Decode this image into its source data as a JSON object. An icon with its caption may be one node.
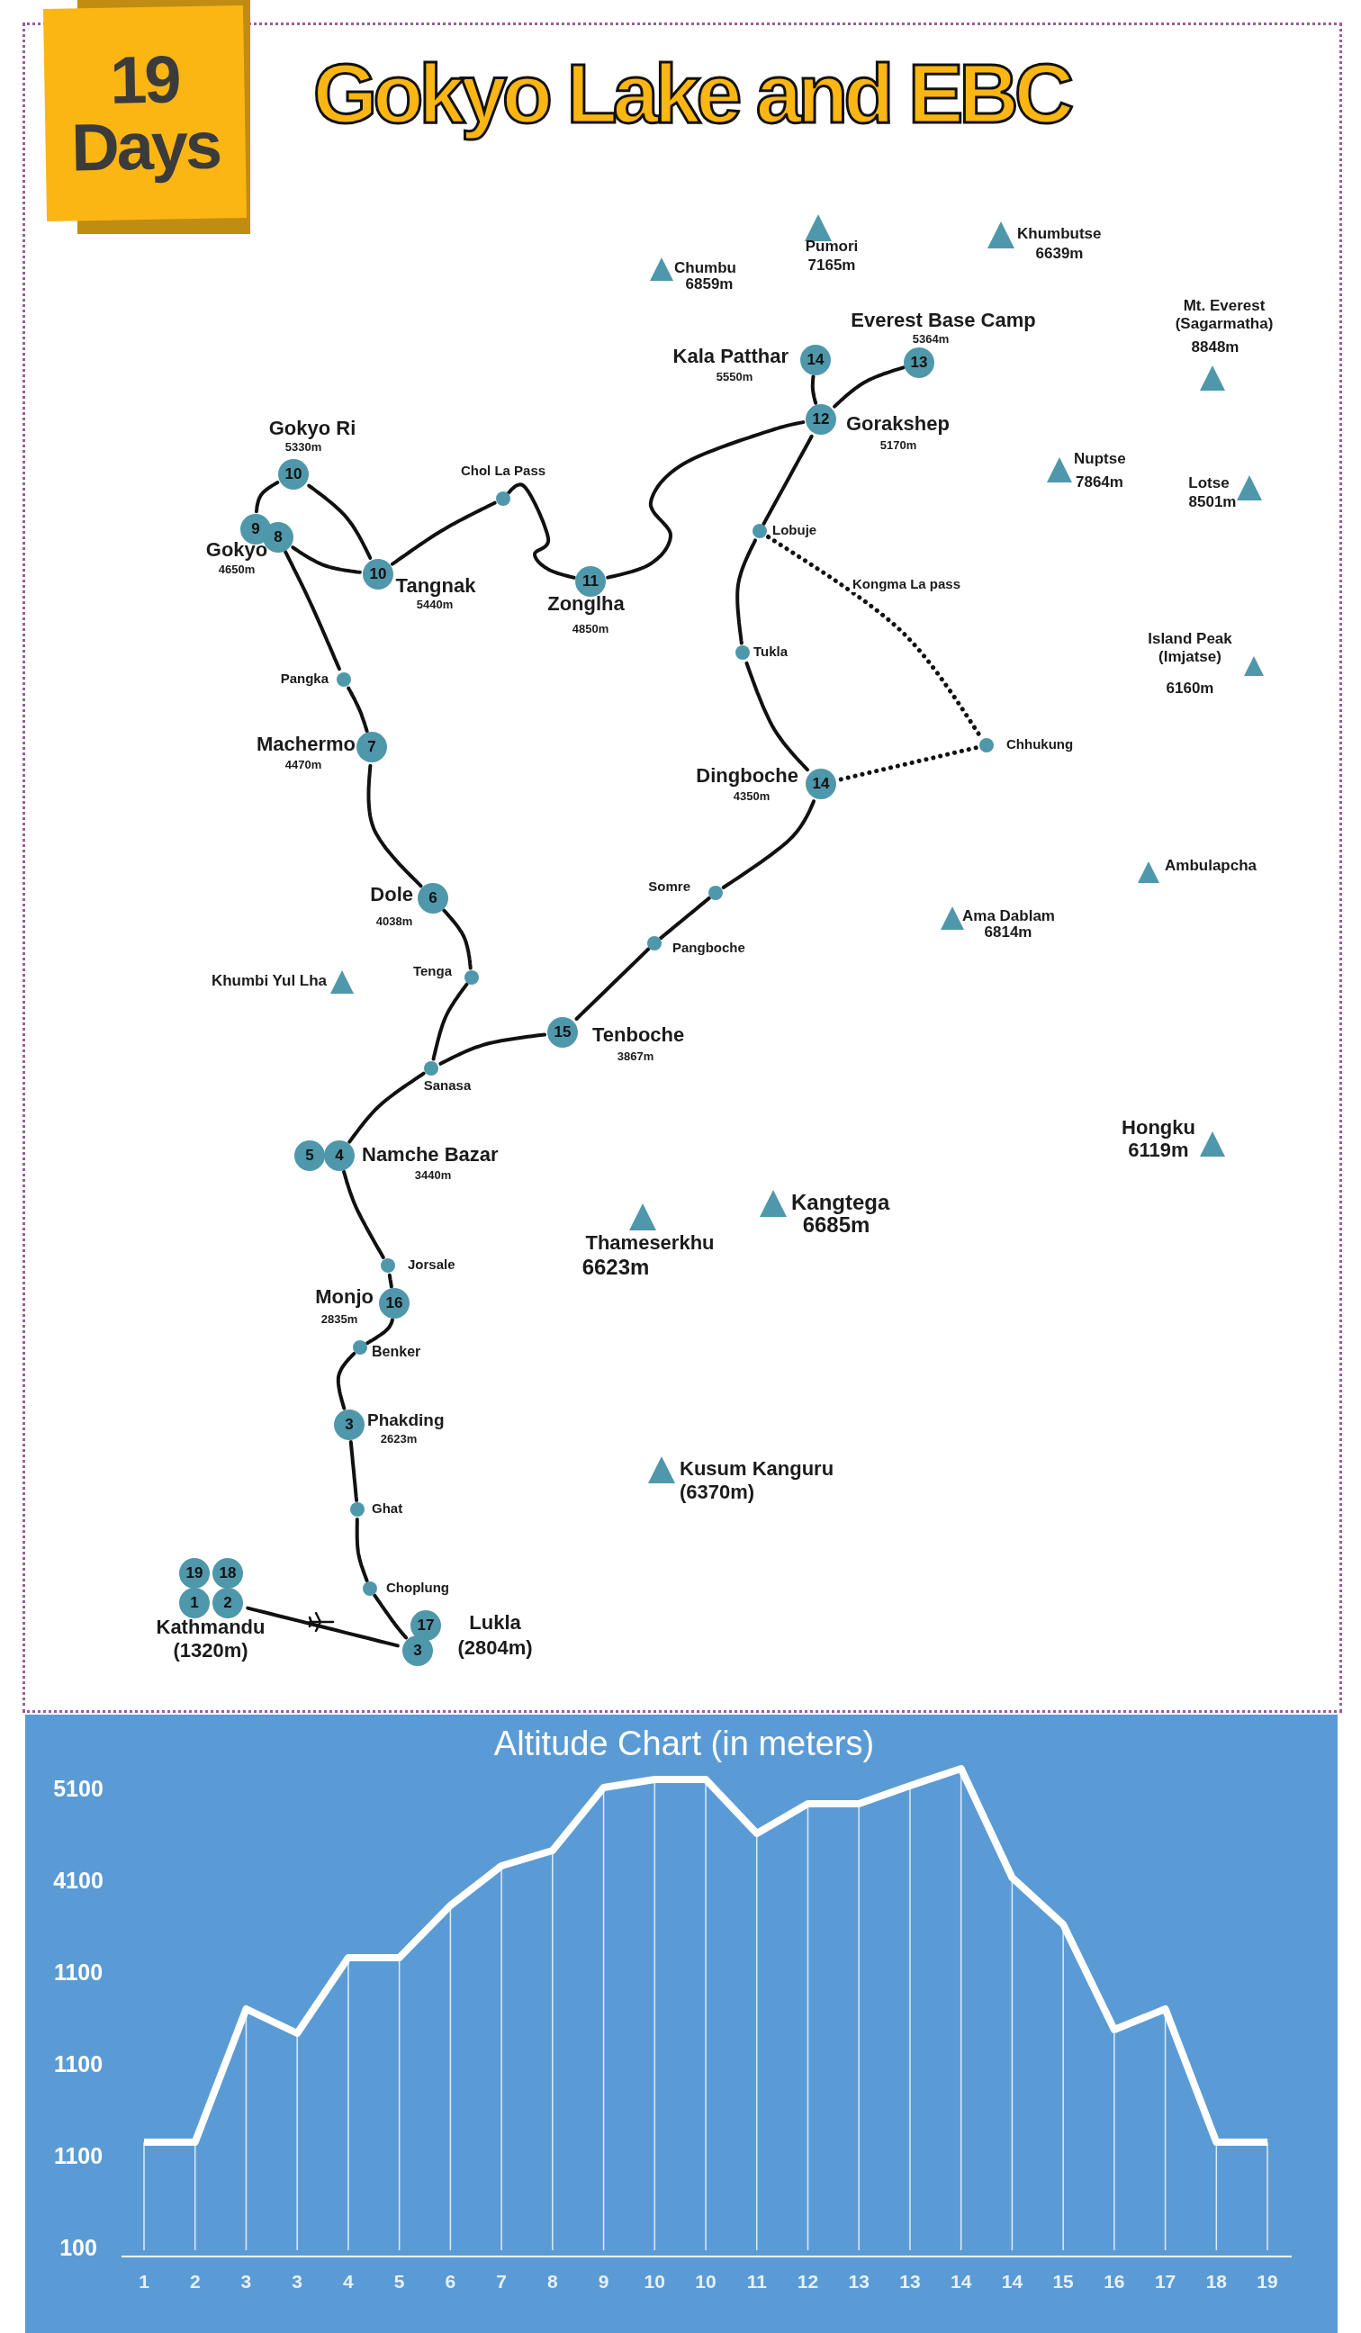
{
  "diagram": {
    "title": "Gokyo Lake and EBC",
    "nodes": [
      {
        "text": [
          "19 Days"
        ]
      },
      {
        "text": [
          "14"
        ],
        "beside": [
          "Kala Patthar",
          "5550m"
        ]
      },
      {
        "text": [
          "13"
        ],
        "beside": [
          "Everest Base Camp",
          "5364m"
        ]
      },
      {
        "text": [
          "12"
        ],
        "beside": [
          "Gorakshep",
          "5170m"
        ]
      },
      {
        "text": [
          "10"
        ],
        "beside": [
          "Gokyo Ri",
          "5330m"
        ]
      },
      {
        "text": [],
        "shape": "circle",
        "beside": [
          "Chol La Pass"
        ]
      },
      {
        "text": [
          "9"
        ],
        "beside": [
          "Gokyo",
          "4650m"
        ]
      },
      {
        "text": [
          "8"
        ]
      },
      {
        "text": [],
        "shape": "circle",
        "beside": [
          "Lobuje"
        ]
      },
      {
        "text": [
          "10"
        ],
        "beside": [
          "Tangnak",
          "5440m"
        ]
      },
      {
        "text": [
          "11"
        ],
        "beside": [
          "Zonglha",
          "4850m"
        ]
      },
      {
        "text": [],
        "shape": "circle",
        "beside": [
          "Tukla"
        ]
      },
      {
        "text": [],
        "shape": "circle",
        "beside": [
          "Pangka"
        ]
      },
      {
        "text": [],
        "shape": "circle",
        "beside": [
          "Chhukung"
        ]
      },
      {
        "text": [
          "7"
        ],
        "beside": [
          "Machermo",
          "4470m"
        ]
      },
      {
        "text": [
          "14"
        ],
        "beside": [
          "Dingboche",
          "4350m"
        ]
      },
      {
        "text": [],
        "shape": "circle",
        "beside": [
          "Somre"
        ]
      },
      {
        "text": [
          "6"
        ],
        "beside": [
          "Dole",
          "4038m"
        ]
      },
      {
        "text": [],
        "shape": "circle",
        "beside": [
          "Pangboche"
        ]
      },
      {
        "text": [],
        "shape": "circle",
        "beside": [
          "Tenga"
        ]
      },
      {
        "text": [
          "15"
        ],
        "beside": [
          "Tenboche",
          "3867m"
        ]
      },
      {
        "text": [],
        "shape": "circle",
        "beside": [
          "Sanasa"
        ]
      },
      {
        "text": [
          "5"
        ]
      },
      {
        "text": [
          "4"
        ],
        "beside": [
          "Namche Bazar",
          "3440m"
        ]
      },
      {
        "text": [],
        "shape": "circle",
        "beside": [
          "Jorsale"
        ]
      },
      {
        "text": [
          "16"
        ],
        "beside": [
          "Monjo",
          "2835m"
        ]
      },
      {
        "text": [],
        "shape": "circle",
        "beside": [
          "Benker"
        ]
      },
      {
        "text": [
          "3"
        ],
        "beside": [
          "Phakding",
          "2623m"
        ]
      },
      {
        "text": [],
        "shape": "circle",
        "beside": [
          "Ghat"
        ]
      },
      {
        "text": [
          "19"
        ]
      },
      {
        "text": [
          "18"
        ]
      },
      {
        "text": [],
        "shape": "circle",
        "beside": [
          "Choplung"
        ]
      },
      {
        "text": [
          "1"
        ],
        "beside": [
          "Kathmandu",
          "(1320m)"
        ]
      },
      {
        "text": [
          "2"
        ]
      },
      {
        "text": [
          "17"
        ]
      },
      {
        "text": [
          "3"
        ],
        "beside": [
          "Lukla",
          "(2804m)"
        ]
      }
    ],
    "edges": [
      {
        "from": 33,
        "to": 35,
        "arrow": "none"
      },
      {
        "from": 35,
        "to": 31,
        "arrow": "none"
      },
      {
        "from": 31,
        "to": 28,
        "arrow": "none"
      },
      {
        "from": 28,
        "to": 27,
        "arrow": "none"
      },
      {
        "from": 27,
        "to": 26,
        "arrow": "none"
      },
      {
        "from": 26,
        "to": 25,
        "arrow": "none"
      },
      {
        "from": 25,
        "to": 24,
        "arrow": "none"
      },
      {
        "from": 24,
        "to": 23,
        "arrow": "none"
      },
      {
        "from": 23,
        "to": 21,
        "arrow": "none"
      },
      {
        "from": 21,
        "to": 19,
        "arrow": "none"
      },
      {
        "from": 19,
        "to": 17,
        "arrow": "none"
      },
      {
        "from": 17,
        "to": 14,
        "arrow": "none"
      },
      {
        "from": 14,
        "to": 12,
        "arrow": "none"
      },
      {
        "from": 12,
        "to": 7,
        "arrow": "none"
      },
      {
        "from": 7,
        "to": 9,
        "arrow": "none"
      },
      {
        "from": 6,
        "to": 4,
        "arrow": "none"
      },
      {
        "from": 4,
        "to": 9,
        "arrow": "none"
      },
      {
        "from": 9,
        "to": 5,
        "arrow": "none"
      },
      {
        "from": 5,
        "to": 10,
        "arrow": "none"
      },
      {
        "from": 10,
        "to": 3,
        "arrow": "none"
      },
      {
        "from": 3,
        "to": 1,
        "arrow": "none"
      },
      {
        "from": 3,
        "to": 2,
        "arrow": "none"
      },
      {
        "from": 3,
        "to": 8,
        "arrow": "none"
      },
      {
        "from": 8,
        "to": 11,
        "arrow": "none"
      },
      {
        "from": 11,
        "to": 15,
        "arrow": "none"
      },
      {
        "from": 8,
        "to": 13,
        "arrow": "none",
        "style": "dashed",
        "label": "Kongma La pass"
      },
      {
        "from": 13,
        "to": 15,
        "arrow": "none",
        "style": "dashed"
      },
      {
        "from": 15,
        "to": 16,
        "arrow": "none"
      },
      {
        "from": 16,
        "to": 18,
        "arrow": "none"
      },
      {
        "from": 18,
        "to": 20,
        "arrow": "none"
      },
      {
        "from": 20,
        "to": 21,
        "arrow": "none"
      }
    ],
    "labels": [
      "Chumbu",
      "6859m",
      "Pumori",
      "7165m",
      "Khumbutse",
      "6639m",
      "Mt. Everest (Sagarmatha)",
      "8848m",
      "Nuptse",
      "7864m",
      "Lotse",
      "8501m",
      "Island Peak (Imjatse)",
      "6160m",
      "Ambulapcha",
      "Ama Dablam",
      "6814m",
      "Khumbi Yul Lha",
      "Hongku",
      "6119m",
      "Thameserkhu",
      "6623m",
      "Kangtega",
      "6685m",
      "Kusum Kanguru",
      "(6370m)",
      "Altitude Chart (in meters)",
      "5100",
      "4100",
      "1100",
      "1100",
      "1100",
      "100",
      "1",
      "2",
      "3",
      "3",
      "4",
      "5",
      "6",
      "7",
      "8",
      "9",
      "10",
      "10",
      "11",
      "12",
      "13",
      "13",
      "14",
      "14",
      "15",
      "16",
      "17",
      "18",
      "19"
    ]
  }
}
